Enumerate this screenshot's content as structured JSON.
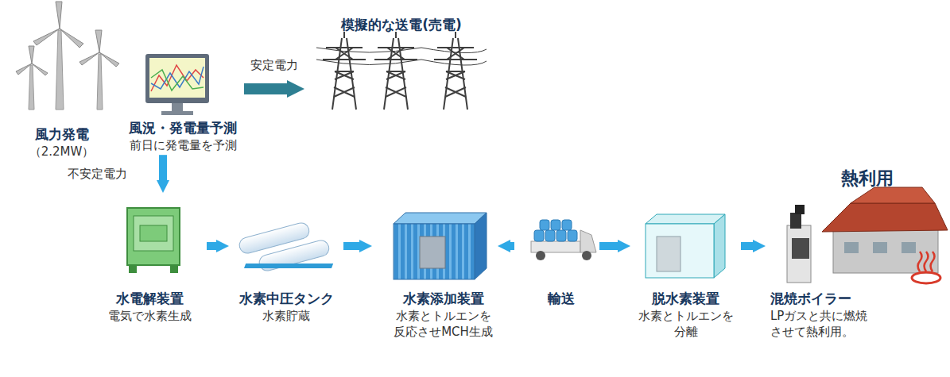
{
  "diagram": {
    "nodes": [
      {
        "text": [
          "風力発電",
          "（2.2MW）"
        ]
      },
      {
        "text": [
          "風況・発電量予測",
          "前日に発電量を予測"
        ]
      },
      {
        "text": [
          "模擬的な送電(売電)"
        ]
      },
      {
        "text": [
          "水電解装置",
          "電気で水素生成"
        ]
      },
      {
        "text": [
          "水素中圧タンク",
          "水素貯蔵"
        ]
      },
      {
        "text": [
          "水素添加装置",
          "水素とトルエンを 反応させMCH生成"
        ]
      },
      {
        "text": [
          "輸送"
        ]
      },
      {
        "text": [
          "脱水素装置",
          "水素とトルエンを 分離"
        ]
      },
      {
        "text": [
          "混焼ボイラー",
          "LPガスと共に燃焼 させて熱利用。"
        ]
      }
    ],
    "edges": [
      {
        "from": 1,
        "to": 2,
        "arrow": "to",
        "label": "安定電力"
      },
      {
        "from": 1,
        "to": 3,
        "arrow": "to",
        "label": "不安定電力"
      },
      {
        "from": 3,
        "to": 4,
        "arrow": "to"
      },
      {
        "from": 4,
        "to": 5,
        "arrow": "to"
      },
      {
        "from": 5,
        "to": 6,
        "arrow": "to"
      },
      {
        "from": 6,
        "to": 7,
        "arrow": "to"
      },
      {
        "from": 7,
        "to": 8,
        "arrow": "to"
      }
    ],
    "labels": [
      "熱利用"
    ]
  }
}
